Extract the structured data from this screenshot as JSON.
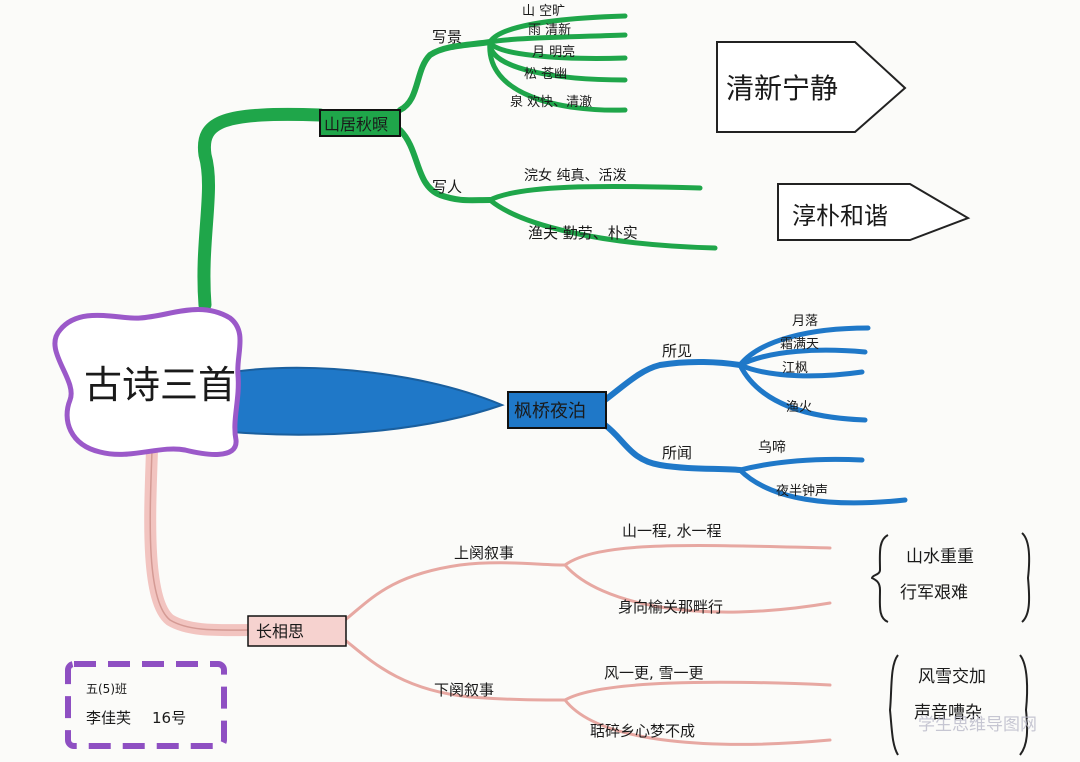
{
  "center": {
    "title": "古诗三首"
  },
  "branches": {
    "shanju": {
      "title": "山居秋暝",
      "color": "#1fa64a",
      "sub1": {
        "label": "写景",
        "leaves": [
          "山  空旷",
          "雨  清新",
          "月  明亮",
          "松  苍幽",
          "泉  欢快、清澈"
        ]
      },
      "sub2": {
        "label": "写人",
        "leaves": [
          "浣女  纯真、活泼",
          "渔夫  勤劳、朴实"
        ]
      },
      "summary": "清新宁静",
      "summary2": "淳朴和谐"
    },
    "fengqiao": {
      "title": "枫桥夜泊",
      "color": "#1f78c8",
      "sub1": {
        "label": "所见",
        "leaves": [
          "月落",
          "霜满天",
          "江枫",
          "渔火"
        ]
      },
      "sub2": {
        "label": "所闻",
        "leaves": [
          "乌啼",
          "夜半钟声"
        ]
      }
    },
    "changxiang": {
      "title": "长相思",
      "color": "#f2c4c0",
      "sub1": {
        "label": "上阕叙事",
        "leaves": [
          "山一程, 水一程",
          "身向榆关那畔行"
        ]
      },
      "sub2": {
        "label": "下阕叙事",
        "leaves": [
          "风一更, 雪一更",
          "聒碎乡心梦不成"
        ]
      },
      "summary": [
        "山水重重",
        "行军艰难"
      ],
      "summary2": [
        "风雪交加",
        "声音嘈杂"
      ]
    }
  },
  "author_box": {
    "class": "五(5)班",
    "name": "李佳芙",
    "number": "16号"
  },
  "watermark": "学生思维导图网"
}
